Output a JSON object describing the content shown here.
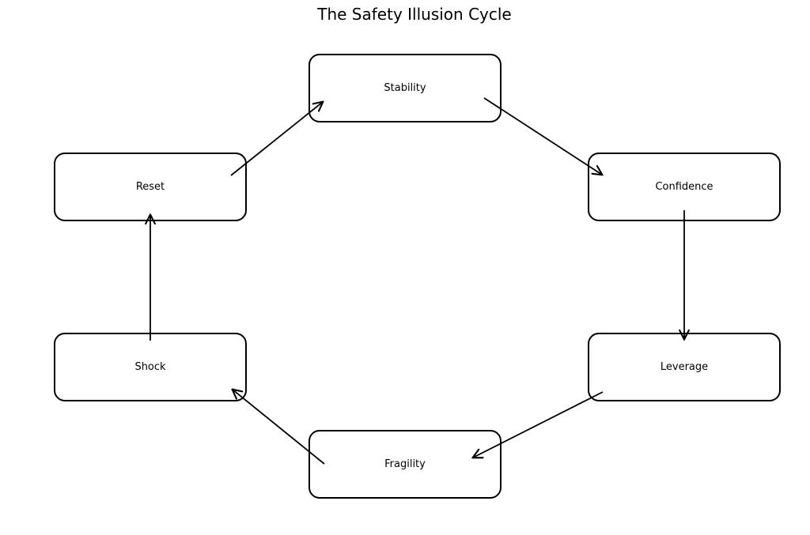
{
  "title": "The Safety Illusion Cycle",
  "diagram": {
    "type": "cycle",
    "nodes": [
      {
        "id": "stability",
        "label": "Stability"
      },
      {
        "id": "confidence",
        "label": "Confidence"
      },
      {
        "id": "leverage",
        "label": "Leverage"
      },
      {
        "id": "fragility",
        "label": "Fragility"
      },
      {
        "id": "shock",
        "label": "Shock"
      },
      {
        "id": "reset",
        "label": "Reset"
      }
    ],
    "edges": [
      {
        "from": "Stability",
        "to": "Confidence"
      },
      {
        "from": "Confidence",
        "to": "Leverage"
      },
      {
        "from": "Leverage",
        "to": "Fragility"
      },
      {
        "from": "Fragility",
        "to": "Shock"
      },
      {
        "from": "Shock",
        "to": "Reset"
      },
      {
        "from": "Reset",
        "to": "Stability"
      }
    ],
    "colors": {
      "background": "#ffffff",
      "node_fill": "#ffffff",
      "node_border": "#000000",
      "arrow": "#000000",
      "text": "#000000"
    }
  }
}
